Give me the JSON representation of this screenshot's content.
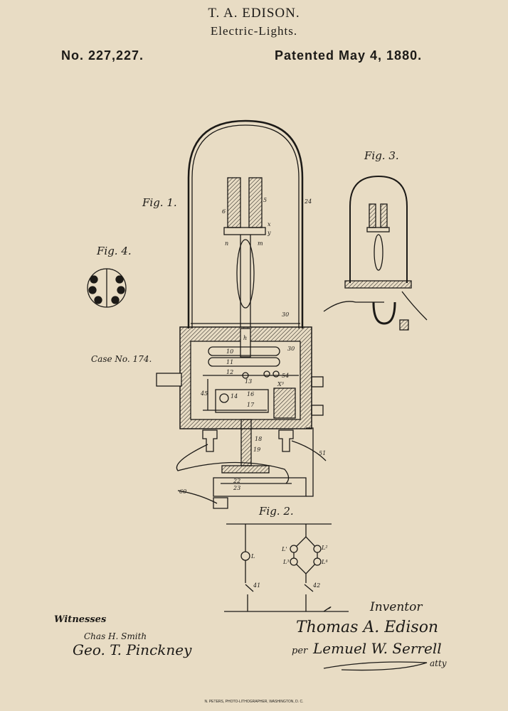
{
  "header": {
    "title": "T. A. EDISON.",
    "subtitle": "Electric-Lights.",
    "patent_number": "No. 227,227.",
    "patent_date": "Patented May 4, 1880."
  },
  "figures": {
    "fig1": "Fig. 1.",
    "fig2": "Fig. 2.",
    "fig3": "Fig. 3.",
    "fig4": "Fig. 4.",
    "case_no": "Case No. 174."
  },
  "reference_numerals": {
    "n24": "24",
    "n30": "30",
    "n30b": "30",
    "n51": "51",
    "n60": "60",
    "n10": "10",
    "n11": "11",
    "n12": "12",
    "n13": "13",
    "n14": "14",
    "n16": "16",
    "n17": "17",
    "n18": "18",
    "n19": "19",
    "n22": "22",
    "n23": "23",
    "n45": "45",
    "n54": "54",
    "nX3": "X³",
    "n5": "5",
    "n6": "6",
    "nx": "x",
    "ny": "y",
    "nm": "m",
    "nn": "n",
    "nh": "h",
    "nL": "L",
    "nL1": "L'",
    "nL2": "L²",
    "nL3": "L³",
    "nL4": "L⁴",
    "n41": "41",
    "n42": "42"
  },
  "signatures": {
    "witnesses_label": "Witnesses",
    "witness1": "Chas H. Smith",
    "witness2": "Geo. T. Pinckney",
    "inventor_label": "Inventor",
    "inventor": "Thomas A. Edison",
    "attorney_prefix": "per",
    "attorney": "Lemuel W. Serrell",
    "attorney_suffix": "atty"
  },
  "footer": {
    "printer": "N. PETERS, PHOTO-LITHOGRAPHER, WASHINGTON, D. C."
  },
  "colors": {
    "paper": "#e8dcc4",
    "ink": "#1c1a17"
  }
}
